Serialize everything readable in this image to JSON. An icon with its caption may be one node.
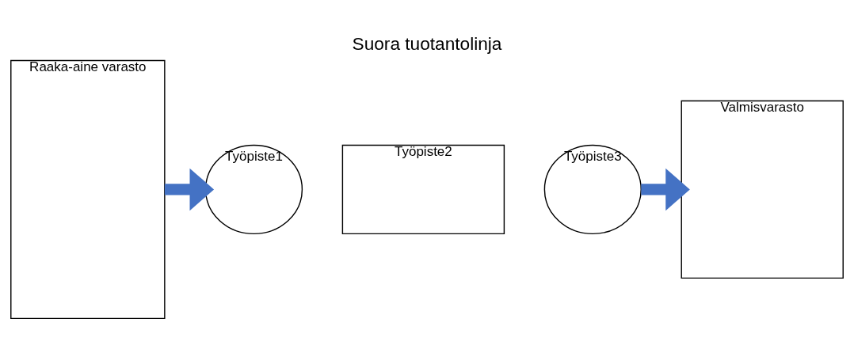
{
  "diagram": {
    "title": "Suora tuotantolinja",
    "nodes": [
      {
        "text": [
          "Raaka-aine varasto"
        ]
      },
      {
        "text": [
          "Työpiste1"
        ]
      },
      {
        "text": [
          "Työpiste2"
        ]
      },
      {
        "text": [
          "Työpiste3"
        ]
      },
      {
        "text": [
          "Valmisvarasto"
        ]
      }
    ],
    "edges": [
      {
        "from": 0,
        "to": 1,
        "arrow": "to"
      },
      {
        "from": 3,
        "to": 4,
        "arrow": "to"
      }
    ]
  }
}
